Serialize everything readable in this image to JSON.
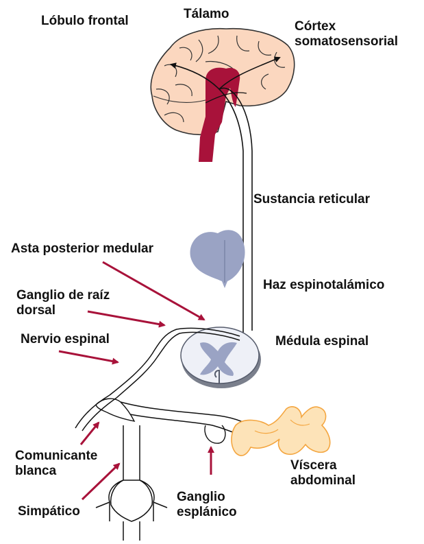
{
  "labels": {
    "lobulo_frontal": "Lóbulo frontal",
    "talamo": "Tálamo",
    "cortex_1": "Córtex",
    "cortex_2": "somatosensorial",
    "sustancia_reticular": "Sustancia reticular",
    "asta_posterior": "Asta posterior medular",
    "haz_espinotalamico": "Haz espinotalámico",
    "ganglio_raiz_1": "Ganglio de raíz",
    "ganglio_raiz_2": "dorsal",
    "medula_espinal": "Médula espinal",
    "nervio_espinal": "Nervio espinal",
    "comunicante_1": "Comunicante",
    "comunicante_2": "blanca",
    "viscera_1": "Víscera",
    "viscera_2": "abdominal",
    "simpatico": "Simpático",
    "ganglio_espl_1": "Ganglio",
    "ganglio_espl_2": "esplánico"
  },
  "colors": {
    "brain_fill": "#fbd7bf",
    "thalamus_fill": "#a8123a",
    "cord_fill": "#9aa3c4",
    "cord_edge": "#6f7791",
    "gut_fill": "#fde3b8",
    "gut_edge": "#f4a640",
    "arrow": "#a8123a",
    "line": "#111111"
  }
}
